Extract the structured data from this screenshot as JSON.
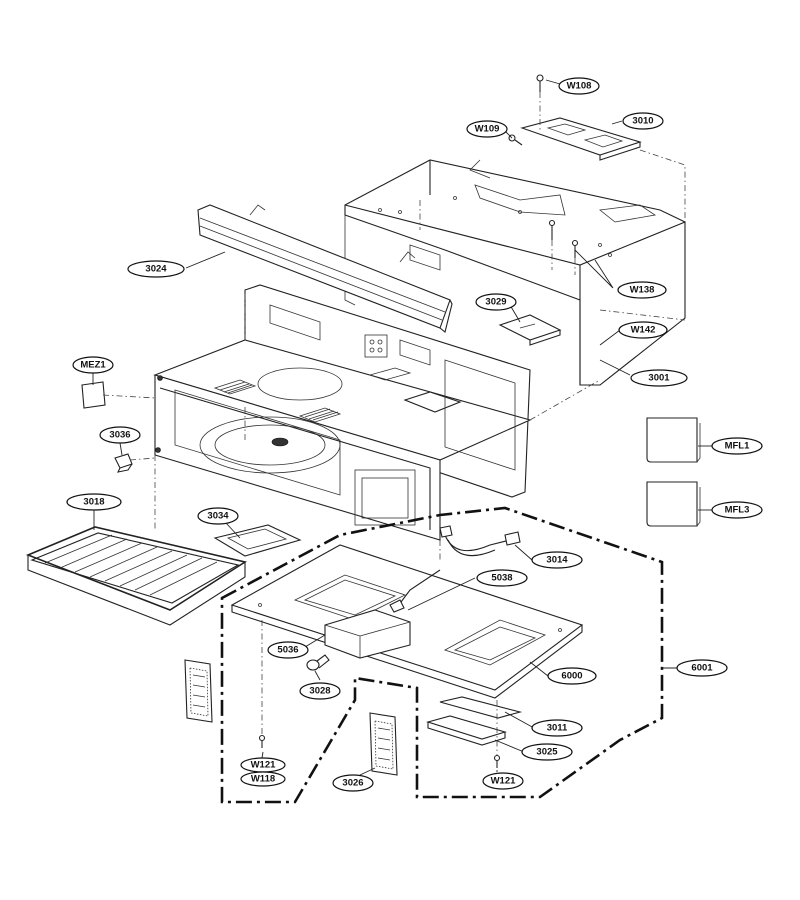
{
  "labels": {
    "W108": "W108",
    "W109": "W109",
    "P3010": "3010",
    "P3024": "3024",
    "W138": "W138",
    "P3029": "3029",
    "W142": "W142",
    "MEZ1": "MEZ1",
    "P3001": "3001",
    "P3036": "3036",
    "MFL1": "MFL1",
    "MFL3": "MFL3",
    "P3018": "3018",
    "P3034": "3034",
    "P3014": "3014",
    "P5038": "5038",
    "P5036": "5036",
    "P6000": "6000",
    "P6001": "6001",
    "P3028": "3028",
    "P3011": "3011",
    "P3025": "3025",
    "W121a": "W121",
    "W118": "W118",
    "P3026": "3026",
    "W121b": "W121"
  }
}
